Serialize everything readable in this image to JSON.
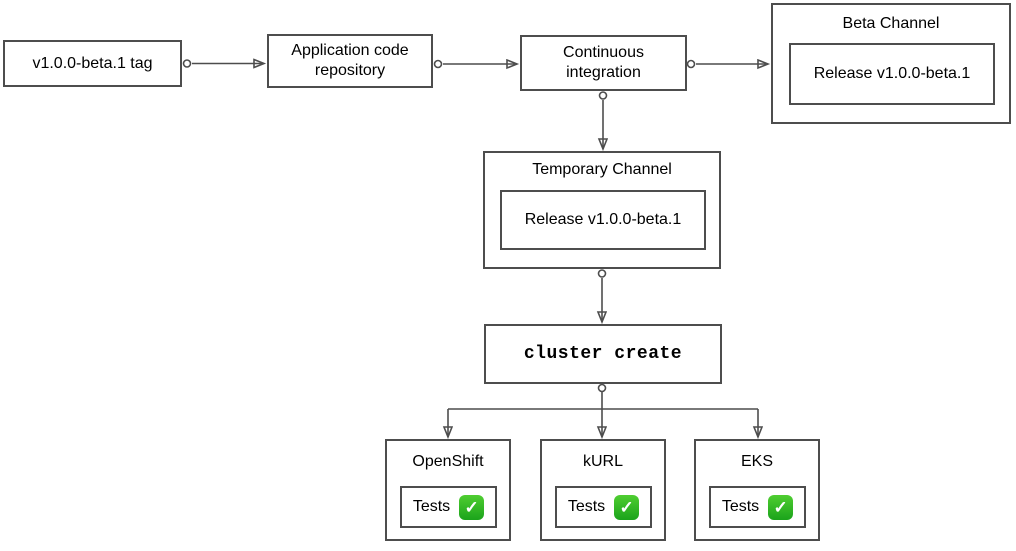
{
  "colors": {
    "stroke": "#4d4d4d",
    "text": "#000000",
    "background": "#ffffff",
    "check_top": "#4fce31",
    "check_bottom": "#1ba31b",
    "check_mark": "#ffffff"
  },
  "nodes": {
    "tag": {
      "label": "v1.0.0-beta.1 tag"
    },
    "app_repo": {
      "label": "Application code\nrepository"
    },
    "ci": {
      "label": "Continuous\nintegration"
    },
    "beta_channel": {
      "title": "Beta Channel",
      "release_label": "Release v1.0.0-beta.1"
    },
    "temporary_channel": {
      "title": "Temporary Channel",
      "release_label": "Release v1.0.0-beta.1"
    },
    "cluster_create": {
      "label": "cluster create"
    },
    "clusters": [
      {
        "title": "OpenShift",
        "tests_label": "Tests",
        "status_icon": "check-mark-button",
        "check_glyph": "✓"
      },
      {
        "title": "kURL",
        "tests_label": "Tests",
        "status_icon": "check-mark-button",
        "check_glyph": "✓"
      },
      {
        "title": "EKS",
        "tests_label": "Tests",
        "status_icon": "check-mark-button",
        "check_glyph": "✓"
      }
    ]
  }
}
